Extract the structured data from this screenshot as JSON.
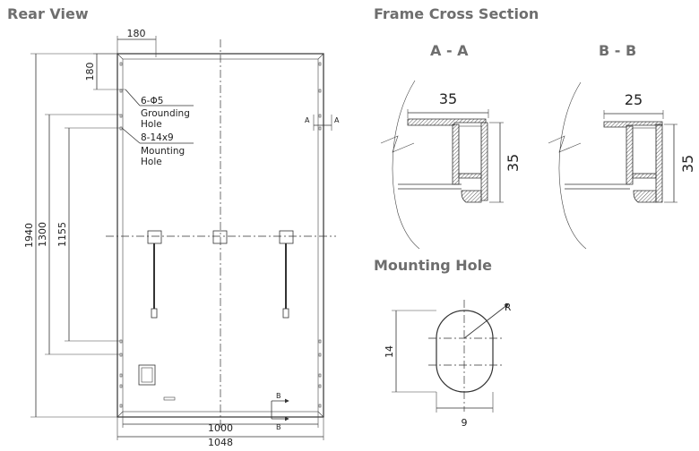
{
  "rear_view": {
    "title": "Rear View",
    "dims": {
      "top_width": "180",
      "corner_height": "180",
      "total_height": "1940",
      "mount_outer": "1300",
      "mount_inner": "1155",
      "inner_width": "1000",
      "total_width": "1048"
    },
    "notes": {
      "grounding_spec": "6-Φ5",
      "grounding_label1": "Grounding",
      "grounding_label2": "Hole",
      "mounting_spec": "8-14x9",
      "mounting_label1": "Mounting",
      "mounting_label2": "Hole"
    },
    "section_marks": {
      "a": "A",
      "b": "B"
    }
  },
  "cross_section": {
    "title": "Frame Cross Section",
    "aa": {
      "label": "A - A",
      "width": "35",
      "height": "35"
    },
    "bb": {
      "label": "B - B",
      "width": "25",
      "height": "35"
    }
  },
  "mounting_hole": {
    "title": "Mounting Hole",
    "height": "14",
    "width": "9",
    "radius": "R"
  }
}
